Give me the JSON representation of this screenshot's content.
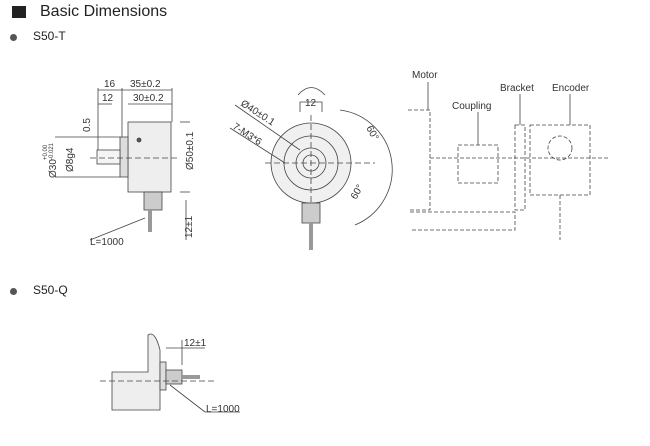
{
  "title": "Basic Dimensions",
  "sections": [
    {
      "label": "S50-T"
    },
    {
      "label": "S50-Q"
    }
  ],
  "side_view": {
    "d16": "16",
    "d35": "35±0.2",
    "d12": "12",
    "d30": "30±0.2",
    "d05": "0.5",
    "d30dia": "Ø30",
    "tol_up": "+0.00",
    "tol_dn": "-0.021",
    "d8": "Ø8g4",
    "d50": "Ø50±0.1",
    "d12b": "12±1",
    "cable": "L=1000"
  },
  "front_view": {
    "d12": "12",
    "d40": "Ø40±0.1",
    "m3": "7-M3*6",
    "a1": "60°",
    "a2": "60°"
  },
  "install": {
    "motor": "Motor",
    "coupling": "Coupling",
    "bracket": "Bracket",
    "encoder": "Encoder"
  },
  "q_view": {
    "d12": "12±1",
    "cable": "L=1000"
  }
}
